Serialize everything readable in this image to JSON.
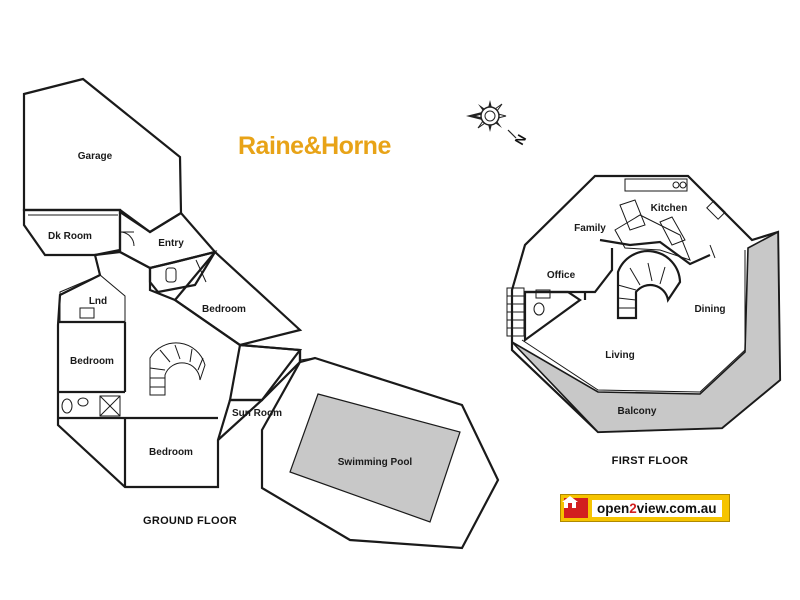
{
  "brand": {
    "name": "Raine&Horne"
  },
  "watermark": {
    "prefix": "open",
    "digit": "2",
    "suffix": "view.com.au"
  },
  "compass": {
    "label": "N"
  },
  "ground_floor": {
    "title": "GROUND FLOOR",
    "rooms": {
      "garage": "Garage",
      "dk_room": "Dk Room",
      "entry": "Entry",
      "lnd": "Lnd",
      "bedroom_1": "Bedroom",
      "bedroom_2": "Bedroom",
      "bedroom_3": "Bedroom",
      "sun_room": "Sun Room",
      "swimming_pool": "Swimming Pool"
    }
  },
  "first_floor": {
    "title": "FIRST FLOOR",
    "rooms": {
      "family": "Family",
      "kitchen": "Kitchen",
      "office": "Office",
      "dining": "Dining",
      "living": "Living",
      "balcony": "Balcony"
    }
  }
}
